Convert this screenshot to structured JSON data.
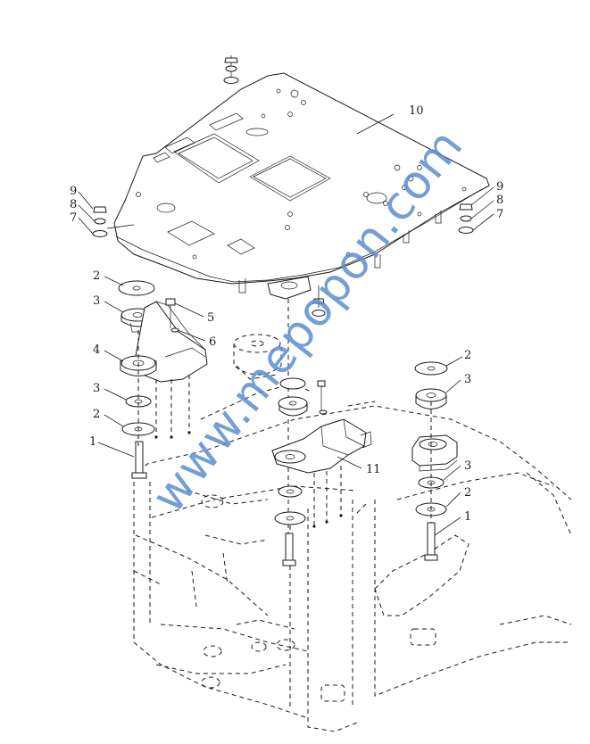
{
  "figure": {
    "callouts": {
      "c1": "1",
      "c2": "2",
      "c3": "3",
      "c4": "4",
      "c5": "5",
      "c6": "6",
      "c7": "7",
      "c8": "8",
      "c9": "9",
      "c10": "10",
      "c11": "11"
    },
    "watermark": "www.mepopon.com"
  }
}
